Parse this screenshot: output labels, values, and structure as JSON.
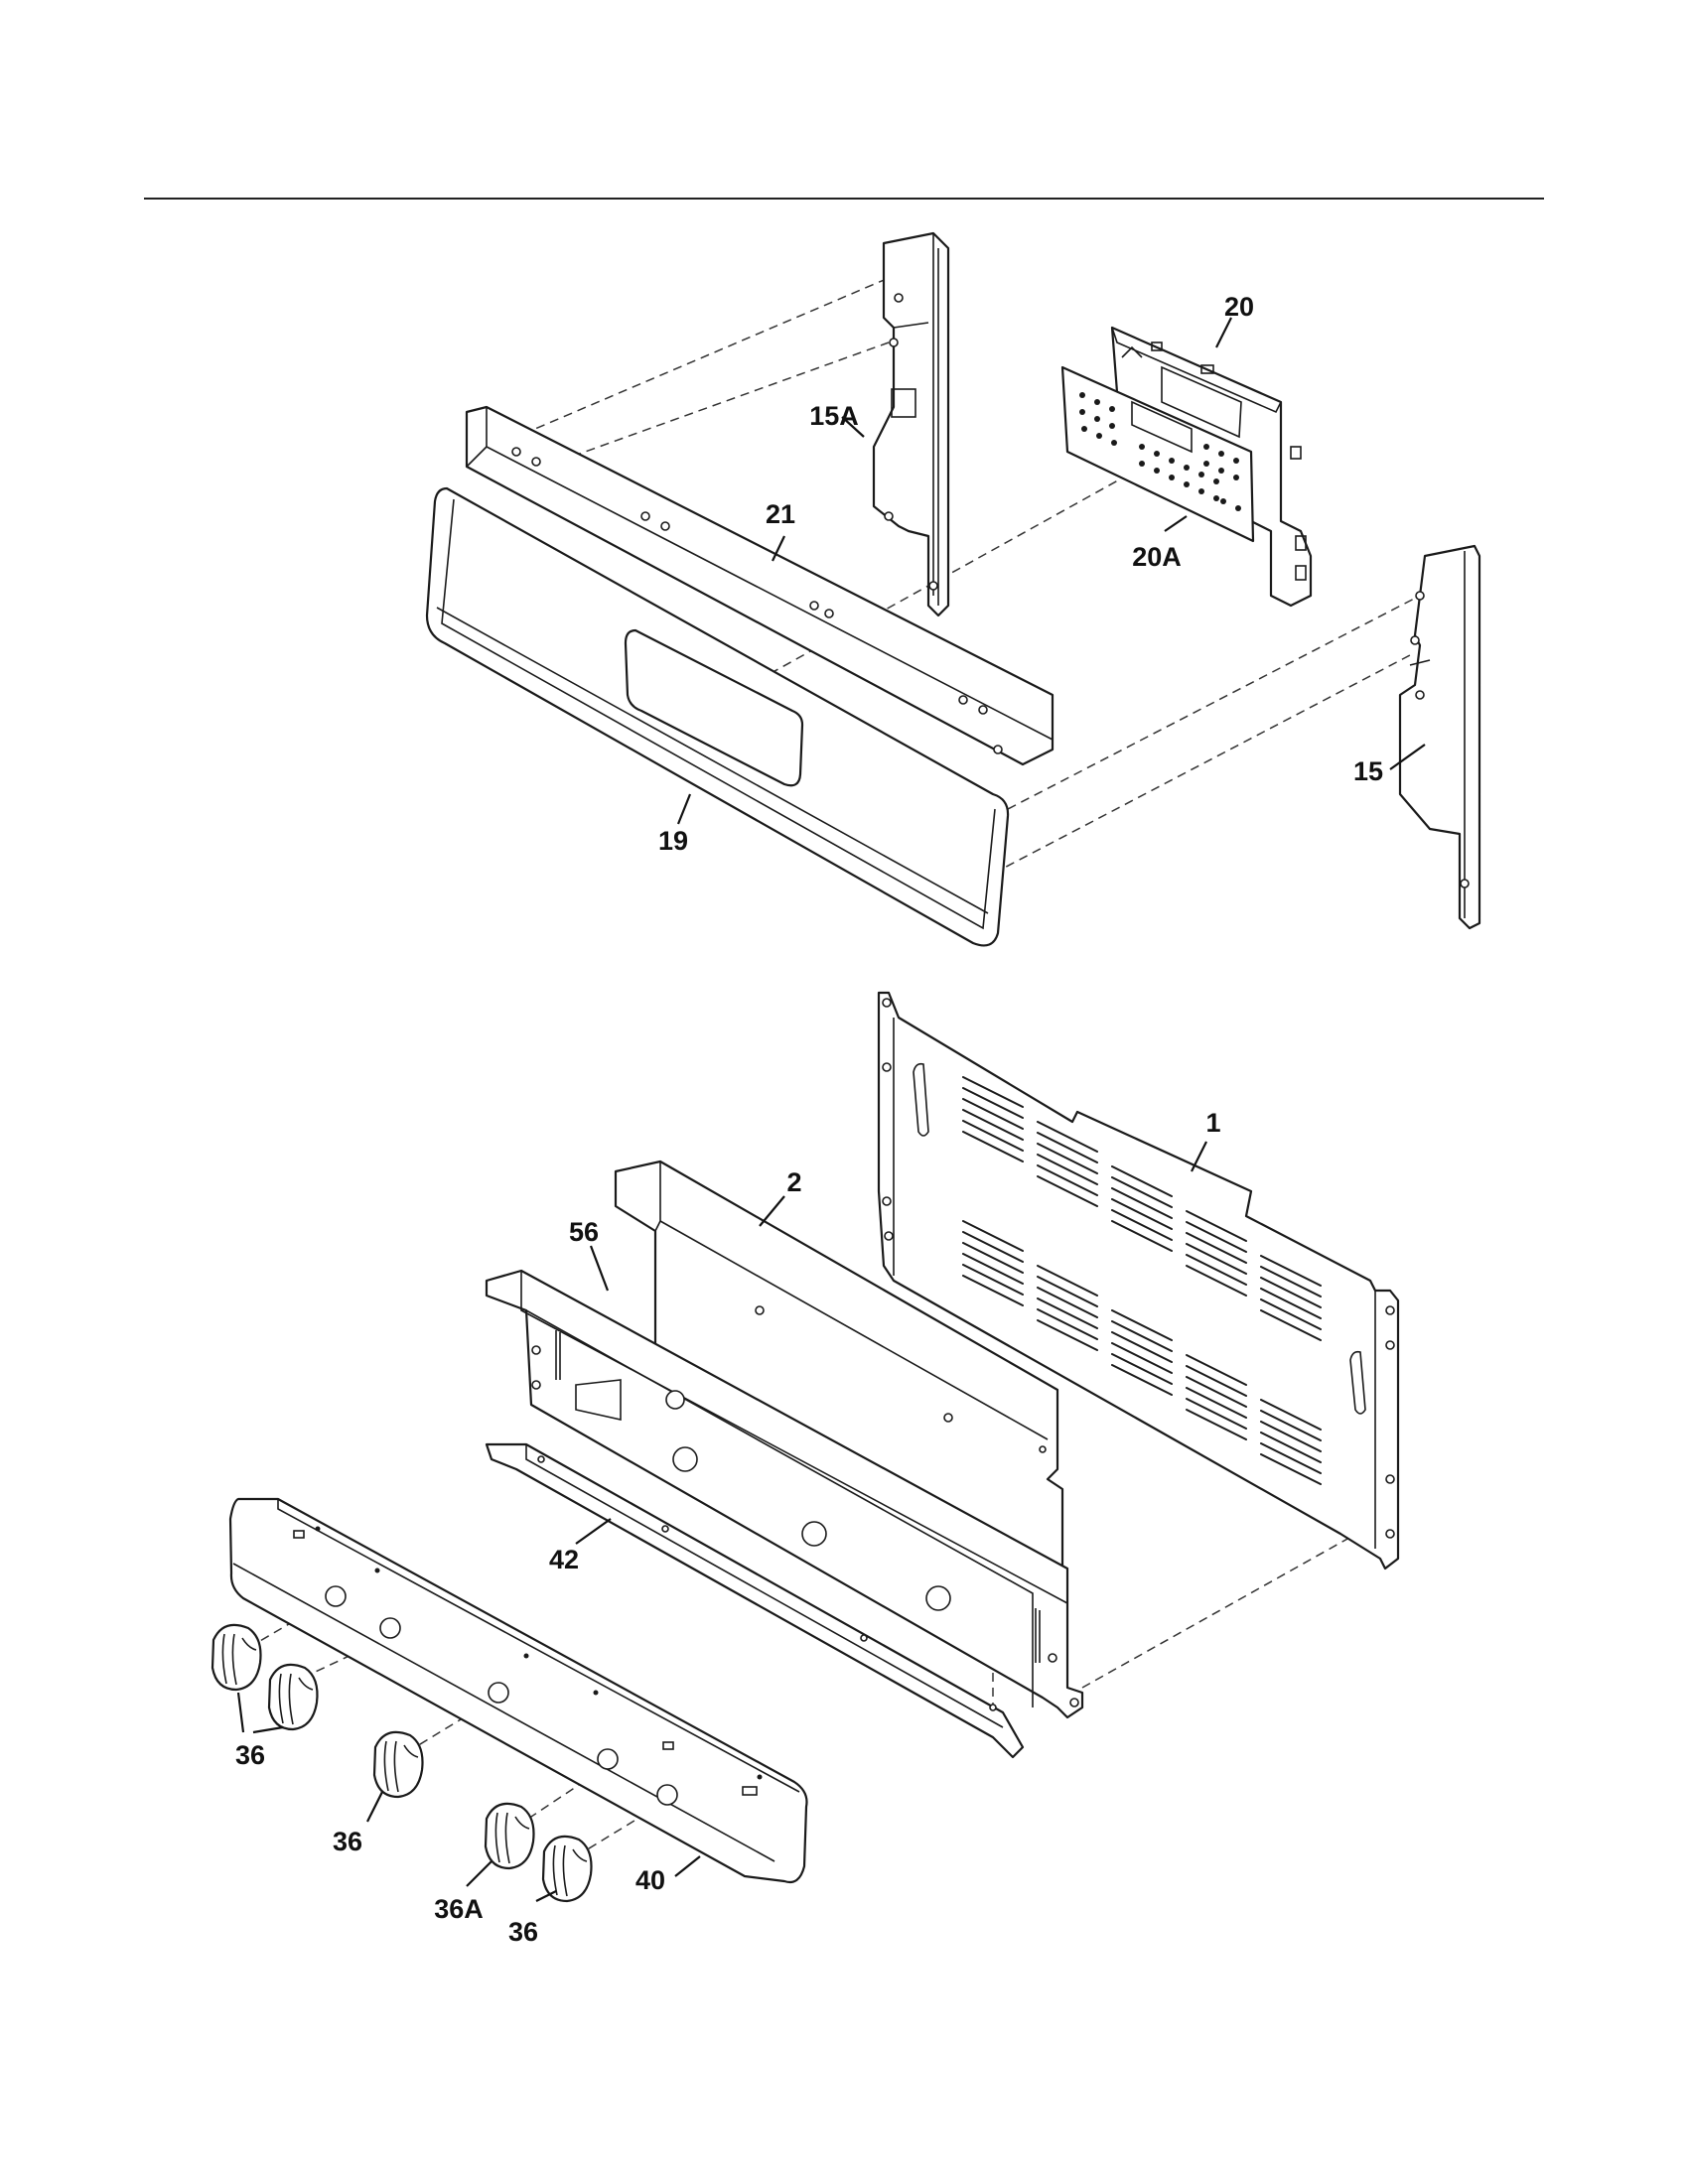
{
  "callouts": {
    "c1": "1",
    "c2": "2",
    "c15": "15",
    "c15A": "15A",
    "c19": "19",
    "c20": "20",
    "c20A": "20A",
    "c21": "21",
    "c36a": "36",
    "c36b": "36",
    "c36c": "36",
    "c36A": "36A",
    "c40": "40",
    "c42": "42",
    "c56": "56"
  }
}
